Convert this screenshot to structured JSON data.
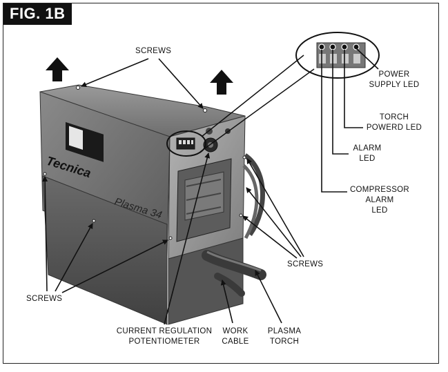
{
  "figure": {
    "tag": "FIG. 1B",
    "machine": {
      "brand_text": "Tecnica",
      "model_text": "Plasma 34"
    },
    "labels": {
      "screws_top": "SCREWS",
      "screws_left": "SCREWS",
      "screws_right": "SCREWS",
      "power_supply_led_line1": "POWER",
      "power_supply_led_line2": "SUPPLY LED",
      "torch_powered_led_line1": "TORCH",
      "torch_powered_led_line2": "POWERD LED",
      "alarm_led_line1": "ALARM",
      "alarm_led_line2": "LED",
      "compressor_alarm_led_line1": "COMPRESSOR",
      "compressor_alarm_led_line2": "ALARM",
      "compressor_alarm_led_line3": "LED",
      "current_regulation_line1": "CURRENT REGULATION",
      "current_regulation_line2": "POTENTIOMETER",
      "work_cable_line1": "WORK",
      "work_cable_line2": "CABLE",
      "plasma_torch_line1": "PLASMA",
      "plasma_torch_line2": "TORCH"
    }
  }
}
